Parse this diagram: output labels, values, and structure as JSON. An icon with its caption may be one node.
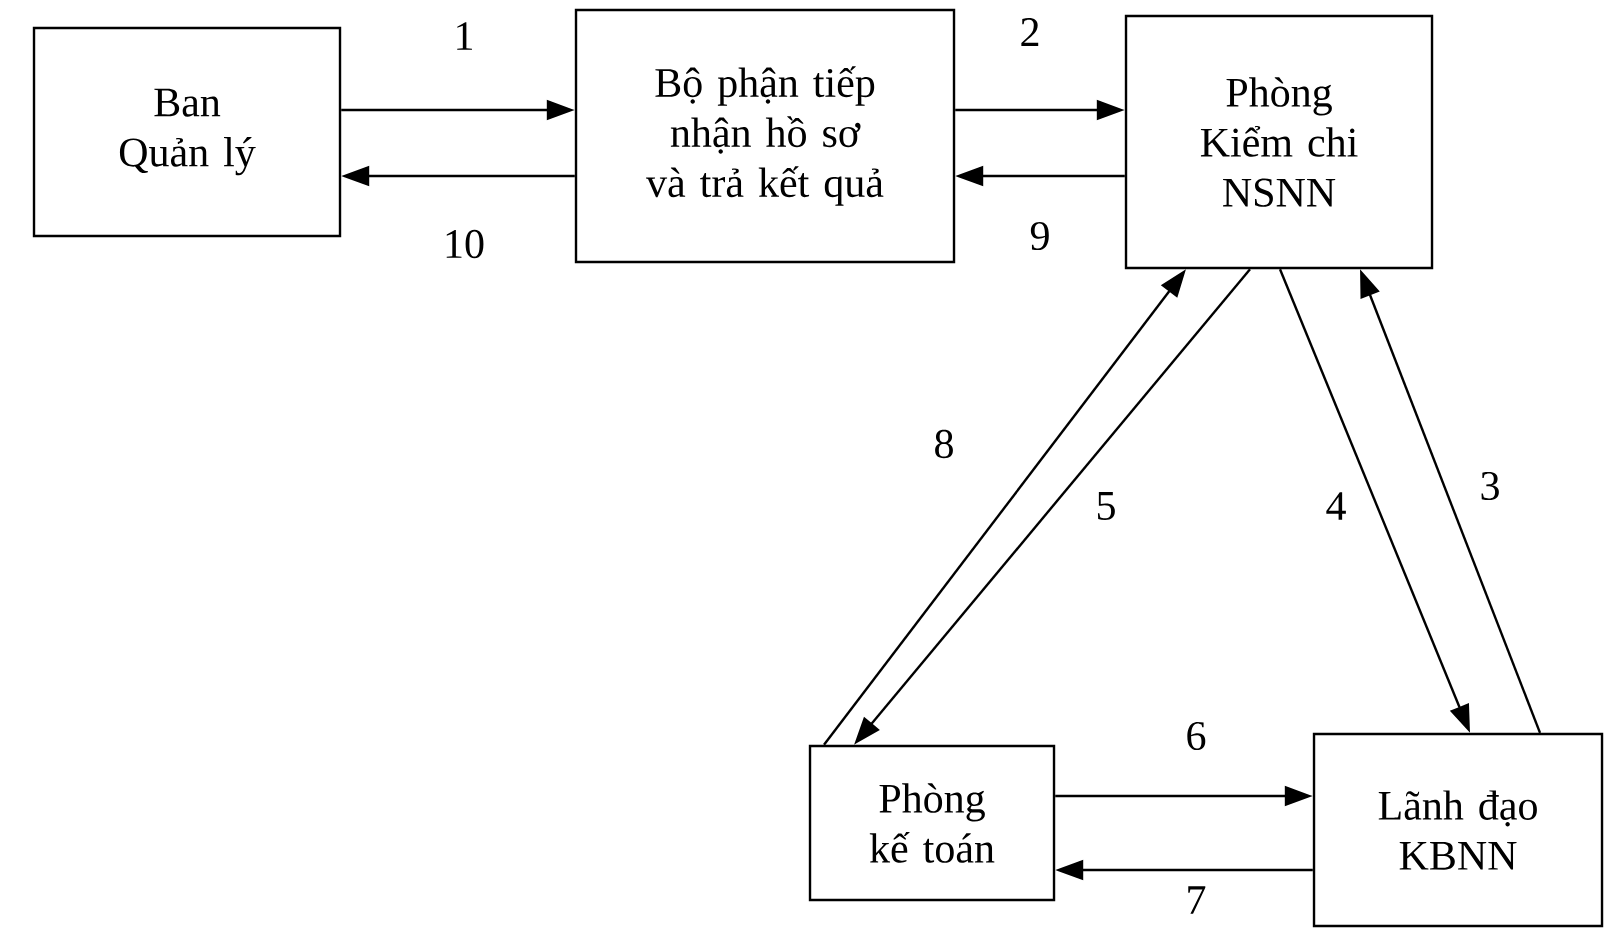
{
  "diagram": {
    "nodes": [
      {
        "text": [
          "Ban Quản lý"
        ]
      },
      {
        "text": [
          "Bộ phận tiếp nhận hồ sơ và trả kết quả"
        ]
      },
      {
        "text": [
          "Phòng Kiểm chi NSNN"
        ]
      },
      {
        "text": [
          "Phòng kế toán"
        ]
      },
      {
        "text": [
          "Lãnh đạo KBNN"
        ]
      }
    ],
    "edges": [
      {
        "from": 0,
        "to": 1,
        "arrow": "to",
        "label": "1"
      },
      {
        "from": 1,
        "to": 2,
        "arrow": "to",
        "label": "2"
      },
      {
        "from": 4,
        "to": 2,
        "arrow": "to",
        "label": "3"
      },
      {
        "from": 2,
        "to": 4,
        "arrow": "to",
        "label": "4"
      },
      {
        "from": 2,
        "to": 3,
        "arrow": "to",
        "label": "5"
      },
      {
        "from": 3,
        "to": 4,
        "arrow": "to",
        "label": "6"
      },
      {
        "from": 4,
        "to": 3,
        "arrow": "to",
        "label": "7"
      },
      {
        "from": 3,
        "to": 2,
        "arrow": "to",
        "label": "8"
      },
      {
        "from": 2,
        "to": 1,
        "arrow": "to",
        "label": "9"
      },
      {
        "from": 1,
        "to": 0,
        "arrow": "to",
        "label": "10"
      }
    ]
  }
}
